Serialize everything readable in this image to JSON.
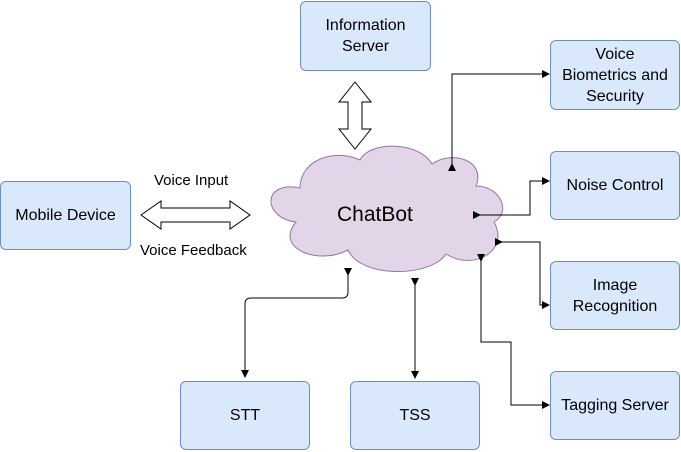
{
  "hub": {
    "label": "ChatBot"
  },
  "nodes": {
    "info_server": {
      "label": "Information Server"
    },
    "voice_bio": {
      "label": "Voice Biometrics and Security"
    },
    "noise": {
      "label": "Noise Control"
    },
    "image": {
      "label": "Image Recognition"
    },
    "tagging": {
      "label": "Tagging Server"
    },
    "mobile": {
      "label": "Mobile Device"
    },
    "stt": {
      "label": "STT"
    },
    "tss": {
      "label": "TSS"
    }
  },
  "edge_labels": {
    "voice_input": "Voice Input",
    "voice_feedback": "Voice Feedback"
  },
  "colors": {
    "node_fill": "#dae8fc",
    "node_stroke": "#6c8ebf",
    "hub_fill": "#e1d5e7",
    "hub_stroke": "#9673a6"
  }
}
